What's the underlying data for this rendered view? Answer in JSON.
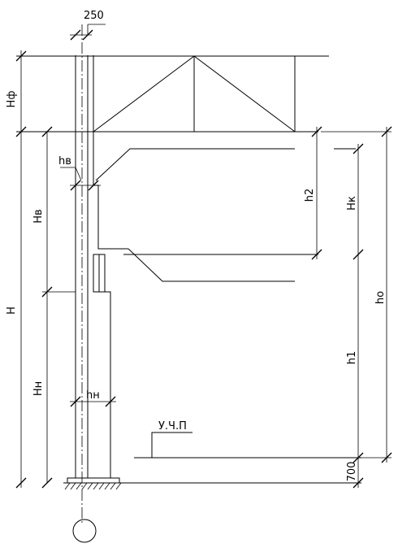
{
  "labels": {
    "top_width": "250",
    "hf": "Нф",
    "hv_small": "hв",
    "Hv": "Нв",
    "H": "Н",
    "Hn": "Нн",
    "hn": "hн",
    "h2": "h2",
    "Hk": "Нк",
    "ho": "hо",
    "h1": "h1",
    "ground": "У.Ч.П",
    "seven_hundred": "700"
  }
}
